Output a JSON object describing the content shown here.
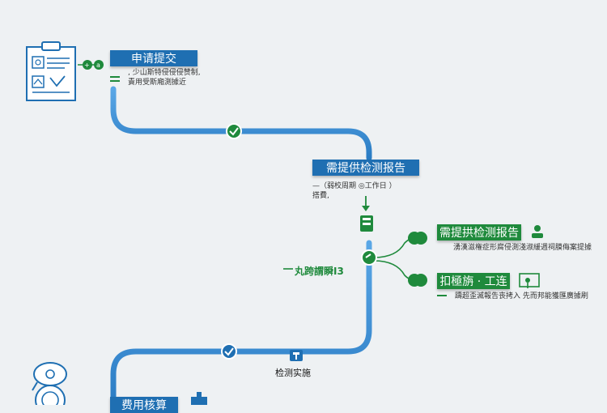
{
  "steps": {
    "submit": {
      "title": "申请提交",
      "lines": [
        ", 少山斯特侵侵侵赞制,",
        "責用受斯廂測據近"
      ]
    },
    "provide_report": {
      "title": "需提供检测报告",
      "lines": [
        "—（弱校周期 ◎工作日 ）",
        "搭費,"
      ]
    },
    "branch_upper": {
      "title": "需提拱检测报告",
      "line": "湧漢滋権症形腐侵測淺淑緩週祠膜侮案提據"
    },
    "branch_lower": {
      "title": "扣極旃 · 工连",
      "line": "躊超歪滅報告丧拷入 先而邦能獲匯廣據刷"
    },
    "side_label": "丸跨謂瞬I3",
    "test_impl": "检测实施",
    "bottom_box": "费用核算"
  },
  "colors": {
    "path": "#3a8fd6",
    "path_dark": "#1f6fb2",
    "green": "#1f8a3c",
    "box_blue": "#1f6fb2"
  }
}
